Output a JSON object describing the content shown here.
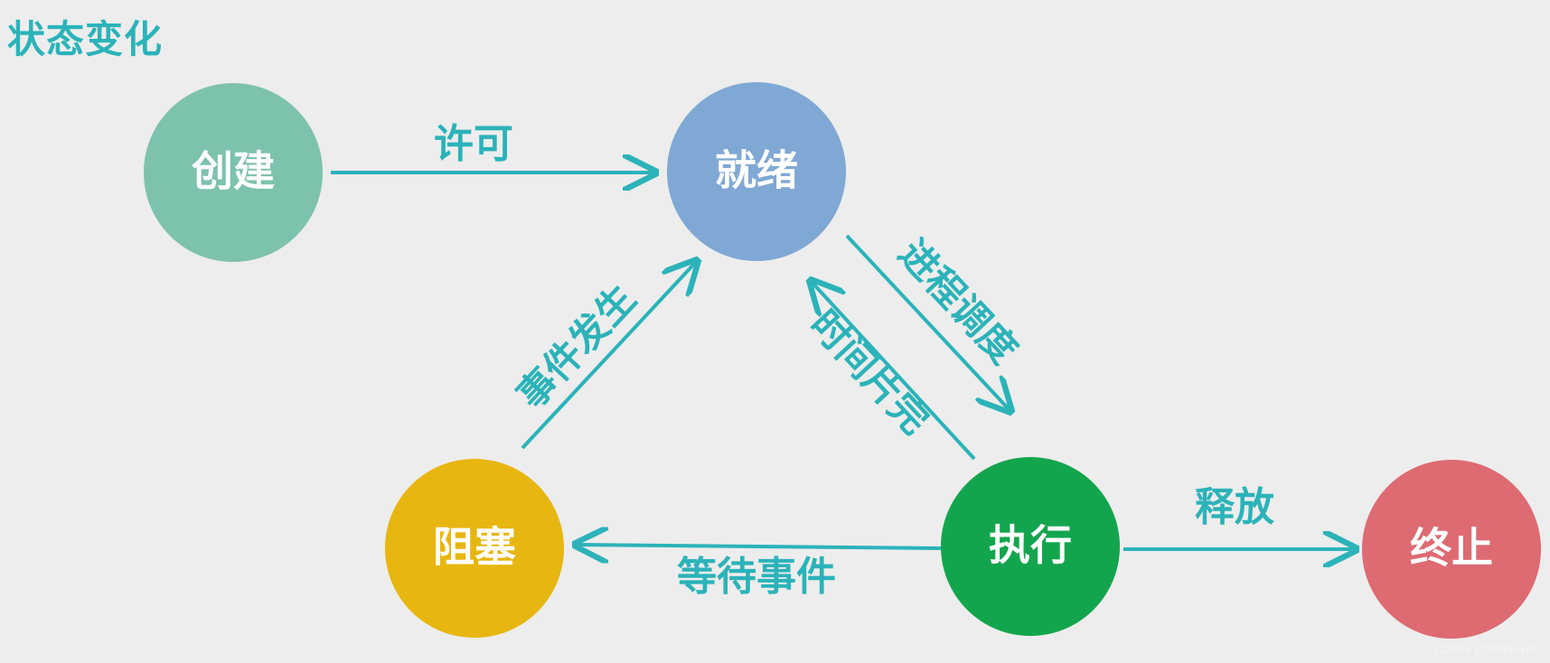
{
  "title": "状态变化",
  "states": {
    "create": {
      "label": "创建",
      "color": "#7dc2ad"
    },
    "ready": {
      "label": "就绪",
      "color": "#80a8d4"
    },
    "blocked": {
      "label": "阻塞",
      "color": "#e8b610"
    },
    "running": {
      "label": "执行",
      "color": "#13a54d"
    },
    "terminated": {
      "label": "终止",
      "color": "#de6a72"
    }
  },
  "transitions": {
    "permit": "许可",
    "schedule": "进程调度",
    "timeslice": "时间片完",
    "event_occurs": "事件发生",
    "wait_event": "等待事件",
    "release": "释放"
  },
  "colors": {
    "arrow": "#2bb3b9",
    "label": "#2bb3b9",
    "state_text": "#ffffff"
  },
  "watermark": "CSDN @twfplayer"
}
